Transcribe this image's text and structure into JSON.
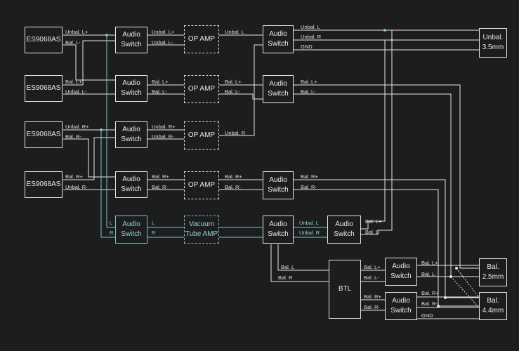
{
  "colors": {
    "background": "#1d1d1d",
    "wire": "#e6e6e6",
    "teal_wire": "#7ec4cc"
  },
  "blocks": {
    "dac1": "ES9068AS",
    "dac2": "ES9068AS",
    "dac3": "ES9068AS",
    "dac4": "ES9068AS",
    "sw1": "Audio\nSwitch",
    "sw2": "Audio\nSwitch",
    "sw3": "Audio\nSwitch",
    "sw4": "Audio\nSwitch",
    "sw5": "Audio\nSwitch",
    "op1": "OP AMP",
    "op2": "OP AMP",
    "op3": "OP AMP",
    "op4": "OP AMP",
    "tube": "Vacuum\nTube AMP",
    "sw6": "Audio\nSwitch",
    "sw7": "Audio\nSwitch",
    "sw8": "Audio\nSwitch",
    "sw9": "Audio\nSwitch",
    "sw10": "Audio\nSwitch",
    "sw11": "Audio\nSwitch",
    "btl": "BTL",
    "out35": "Unbal.\n3.5mm",
    "out25": "Bal.\n2.5mm",
    "out44": "Bal.\n4.4mm"
  },
  "labels": {
    "l1": "Unbal. L+",
    "l2": "Bal. L-",
    "l3": "Bal. L+",
    "l4": "Unbal. L-",
    "l5": "Unbal. R+",
    "l6": "Bal. R-",
    "l7": "Bal. R+",
    "l8": "Unbal. R-",
    "l9": "Unbal. L+",
    "l10": "Unbal. L-",
    "l11": "Bal. L+",
    "l12": "Bal. L-",
    "l13": "Unbal. R+",
    "l14": "Unbal. R-",
    "l15": "Bal. R+",
    "l16": "Bal. R-",
    "l17": "L",
    "l18": "R",
    "l19": "L",
    "l20": "R",
    "l21": "Unbal. L",
    "l22": "Bal. L+",
    "l23": "Bal. L-",
    "l24": "Unbal. R",
    "l25": "Bal. R+",
    "l26": "Bal. R-",
    "l27": "Unbal. L",
    "l28": "Unbal. R",
    "l29": "GND",
    "l30": "Bal. L+",
    "l31": "Bal. L-",
    "l32": "Bal. R+",
    "l33": "Bal. R-",
    "l34": "Unbal. L",
    "l35": "Unbal. R",
    "l36": "Bal. L+",
    "l37": "Bal. L-",
    "l38": "Bal. L",
    "l39": "Bal. R",
    "l40": "Bal. L+",
    "l41": "Bal. L-",
    "l42": "Bal. R+",
    "l43": "Bal. R-",
    "l44": "Bal. L+",
    "l45": "Bal. L-",
    "l46": "Bal. R+",
    "l47": "Bal. R-",
    "l48": "GND"
  }
}
